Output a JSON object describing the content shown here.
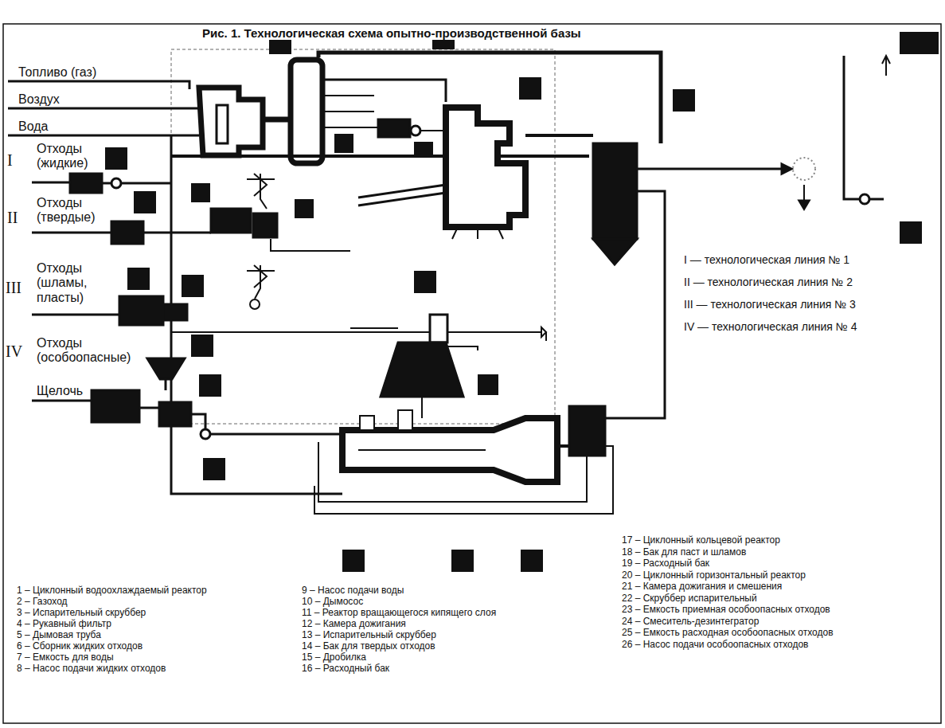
{
  "diagram": {
    "title": "Рис. 1. Технологическая схема опытно-производственной базы",
    "labels": [
      "Топливо (газ)",
      "Воздух",
      "Вода",
      "I",
      "Отходы (жидкие)",
      "II",
      "Отходы (твердые)",
      "III",
      "Отходы (шламы, пласты)",
      "IV",
      "Отходы (особоопасные)",
      "Щелочь",
      "I — технологическая линия № 1",
      "II — технологическая линия № 2",
      "III — технологическая линия № 3",
      "IV — технологическая линия № 4",
      "1 – Циклонный водоохлаждаемый реактор",
      "2 – Газоход",
      "3 – Испарительный скруббер",
      "4 – Рукавный фильтр",
      "5 – Дымовая труба",
      "6 – Сборник жидких отходов",
      "7 – Емкость для воды",
      "8 – Насос подачи жидких отходов",
      "9 – Насос подачи воды",
      "10 – Дымосос",
      "11 – Реактор вращающегося кипящего слоя",
      "12 – Камера дожигания",
      "13 – Испарительный скруббер",
      "14 – Бак для твердых отходов",
      "15 – Дробилка",
      "16 – Расходный бак",
      "17 – Циклонный кольцевой реактор",
      "18 – Бак для паст и шламов",
      "19 – Расходный бак",
      "20 – Циклонный горизонтальный реактор",
      "21 – Камера дожигания и смешения",
      "22 – Скруббер испарительный",
      "23 – Емкость приемная особоопасных отходов",
      "24 – Смеситель-дезинтегратор",
      "25 – Емкость расходная особоопасных отходов",
      "26 – Насос подачи особоопасных отходов"
    ]
  }
}
